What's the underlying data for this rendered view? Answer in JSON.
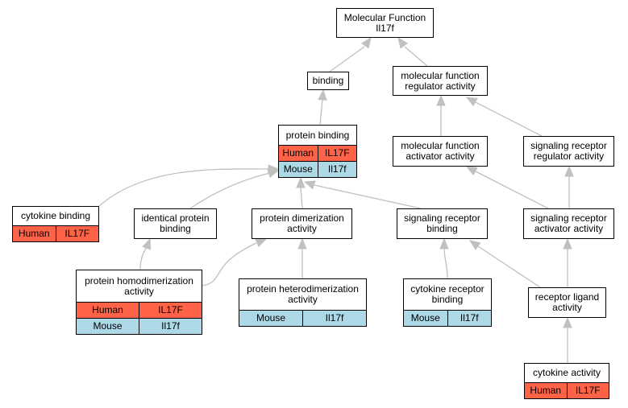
{
  "colors": {
    "edge": "#c0c0c0",
    "human_row": "#ff6347",
    "mouse_row": "#add8e6",
    "node_border": "#000000"
  },
  "nodes": {
    "molecular_function": {
      "title": "Molecular Function\nIl17f",
      "rows": []
    },
    "binding": {
      "title": "binding",
      "rows": []
    },
    "mf_regulator": {
      "title": "molecular function\nregulator activity",
      "rows": []
    },
    "protein_binding": {
      "title": "protein binding",
      "rows": [
        {
          "species": "Human",
          "gene": "IL17F"
        },
        {
          "species": "Mouse",
          "gene": "Il17f"
        }
      ]
    },
    "mf_activator": {
      "title": "molecular function\nactivator activity",
      "rows": []
    },
    "sr_regulator": {
      "title": "signaling receptor\nregulator activity",
      "rows": []
    },
    "cytokine_binding": {
      "title": "cytokine binding",
      "rows": [
        {
          "species": "Human",
          "gene": "IL17F"
        }
      ]
    },
    "identical_protein_binding": {
      "title": "identical protein\nbinding",
      "rows": []
    },
    "protein_dimerization": {
      "title": "protein dimerization\nactivity",
      "rows": []
    },
    "sr_binding": {
      "title": "signaling receptor\nbinding",
      "rows": []
    },
    "sr_activator": {
      "title": "signaling receptor\nactivator activity",
      "rows": []
    },
    "protein_homodimerization": {
      "title": "protein homodimerization\nactivity",
      "rows": [
        {
          "species": "Human",
          "gene": "IL17F"
        },
        {
          "species": "Mouse",
          "gene": "Il17f"
        }
      ]
    },
    "protein_heterodimerization": {
      "title": "protein heterodimerization\nactivity",
      "rows": [
        {
          "species": "Mouse",
          "gene": "Il17f"
        }
      ]
    },
    "cytokine_receptor_binding": {
      "title": "cytokine receptor\nbinding",
      "rows": [
        {
          "species": "Mouse",
          "gene": "Il17f"
        }
      ]
    },
    "receptor_ligand": {
      "title": "receptor ligand\nactivity",
      "rows": []
    },
    "cytokine_activity": {
      "title": "cytokine activity",
      "rows": [
        {
          "species": "Human",
          "gene": "IL17F"
        }
      ]
    }
  },
  "edges": [
    {
      "from": "binding",
      "to": "molecular_function"
    },
    {
      "from": "mf_regulator",
      "to": "molecular_function"
    },
    {
      "from": "protein_binding",
      "to": "binding"
    },
    {
      "from": "mf_activator",
      "to": "mf_regulator"
    },
    {
      "from": "sr_regulator",
      "to": "mf_regulator"
    },
    {
      "from": "cytokine_binding",
      "to": "protein_binding"
    },
    {
      "from": "identical_protein_binding",
      "to": "protein_binding"
    },
    {
      "from": "protein_dimerization",
      "to": "protein_binding"
    },
    {
      "from": "sr_binding",
      "to": "protein_binding"
    },
    {
      "from": "sr_activator",
      "to": "mf_activator"
    },
    {
      "from": "sr_activator",
      "to": "sr_regulator"
    },
    {
      "from": "protein_homodimerization",
      "to": "identical_protein_binding"
    },
    {
      "from": "protein_homodimerization",
      "to": "protein_dimerization"
    },
    {
      "from": "protein_heterodimerization",
      "to": "protein_dimerization"
    },
    {
      "from": "cytokine_receptor_binding",
      "to": "sr_binding"
    },
    {
      "from": "receptor_ligand",
      "to": "sr_binding"
    },
    {
      "from": "receptor_ligand",
      "to": "sr_activator"
    },
    {
      "from": "cytokine_activity",
      "to": "receptor_ligand"
    }
  ]
}
